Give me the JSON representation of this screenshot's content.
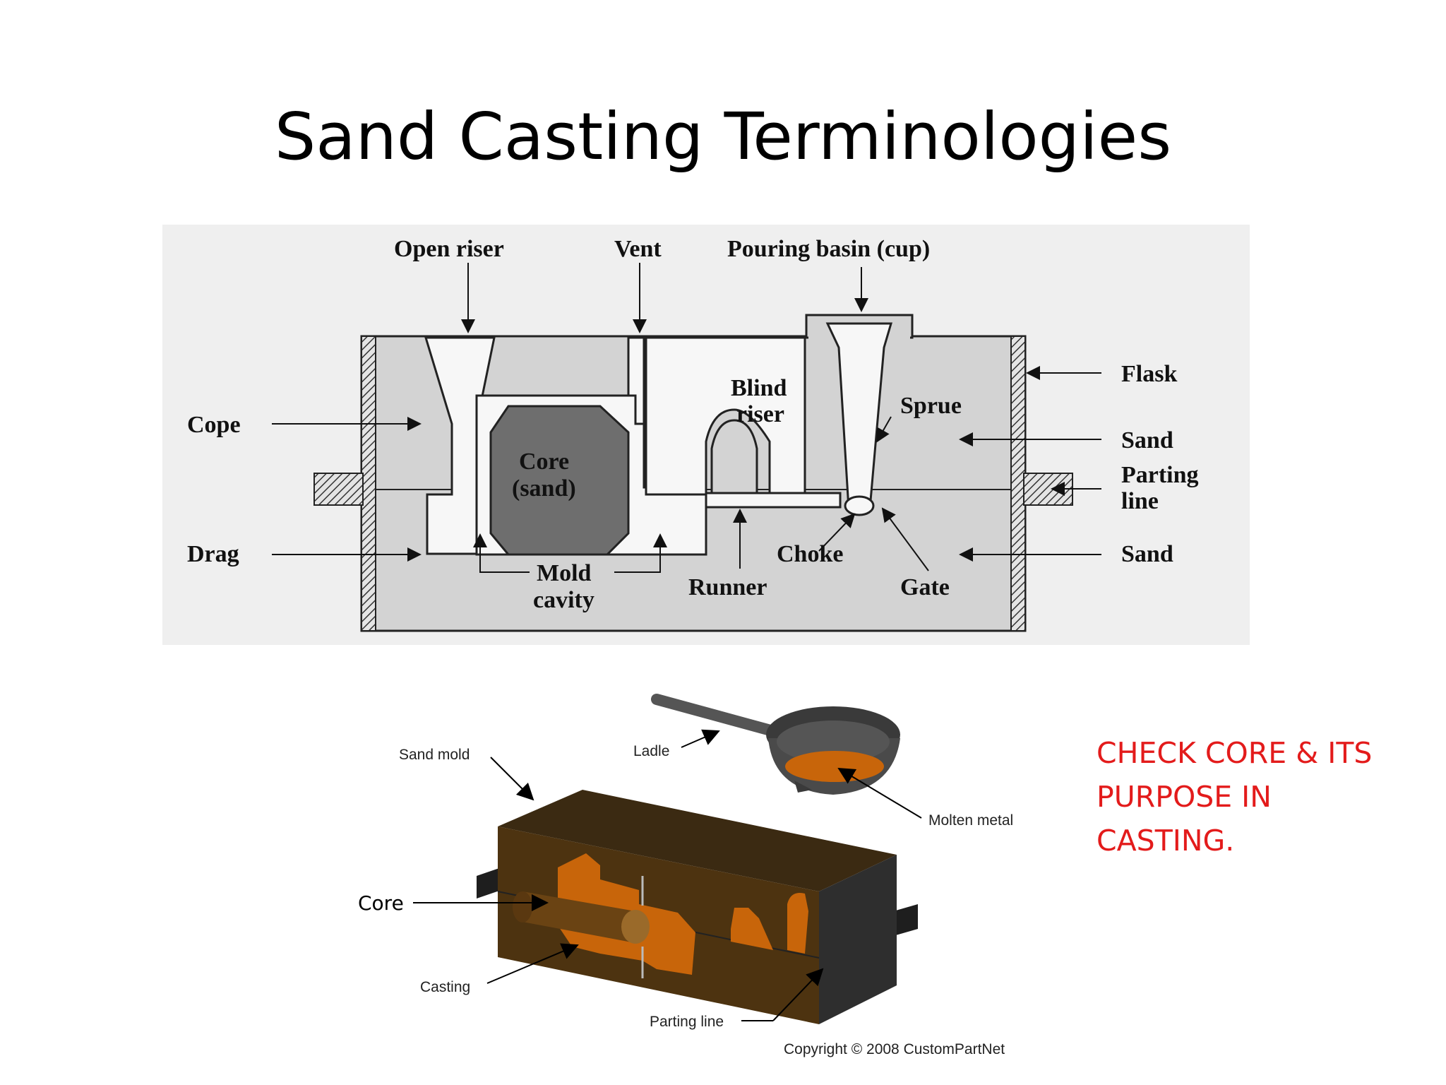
{
  "title": "Sand Casting Terminologies",
  "diagram1": {
    "labels": {
      "open_riser": "Open riser",
      "vent": "Vent",
      "pouring_basin": "Pouring basin (cup)",
      "flask": "Flask",
      "sprue": "Sprue",
      "blind": "Blind",
      "riser": "riser",
      "cope": "Cope",
      "sand_top": "Sand",
      "core1": "Core",
      "core2": "(sand)",
      "parting": "Parting",
      "line": "line",
      "drag": "Drag",
      "choke": "Choke",
      "sand_bottom": "Sand",
      "mold": "Mold",
      "cavity": "cavity",
      "runner": "Runner",
      "gate": "Gate"
    }
  },
  "diagram2": {
    "labels": {
      "sand_mold": "Sand mold",
      "ladle": "Ladle",
      "molten_metal": "Molten metal",
      "core": "Core",
      "casting": "Casting",
      "parting_line": "Parting line",
      "copyright": "Copyright © 2008 CustomPartNet"
    }
  },
  "note": {
    "line1": "CHECK CORE & ITS",
    "line2": "PURPOSE IN",
    "line3": "CASTING.",
    "color": "#e31b1b"
  }
}
